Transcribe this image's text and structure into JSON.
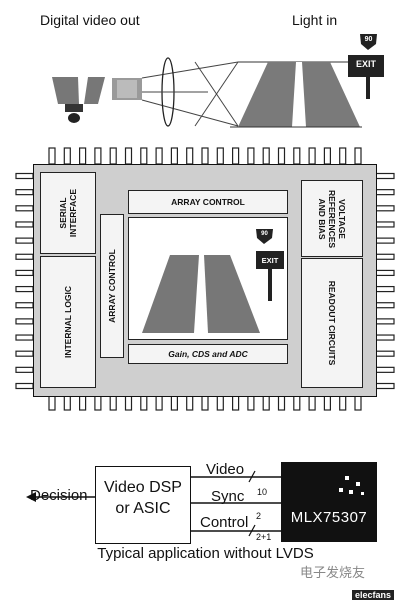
{
  "top": {
    "left_title": "Digital video out",
    "right_title": "Light in",
    "exit_sign": "EXIT",
    "shield_number": "90"
  },
  "chip": {
    "serial_interface": "SERIAL INTERFACE",
    "internal_logic": "INTERNAL LOGIC",
    "array_control_top": "ARRAY CONTROL",
    "array_control_side": "ARRAY CONTROL",
    "voltage_refs": "VOLTAGE REFERENCES AND BIAS",
    "readout": "READOUT CIRCUITS",
    "gain_cds_adc": "Gain, CDS and ADC",
    "exit_sign": "EXIT",
    "shield_number": "90"
  },
  "app": {
    "decision": "Decision",
    "dsp_line1": "Video DSP",
    "dsp_line2": "or ASIC",
    "video": "Video",
    "sync": "Sync",
    "control": "Control",
    "bus_10": "10",
    "bus_2": "2",
    "bus_2_1": "2+1",
    "chip_name": "MLX75307",
    "caption": "Typical application without LVDS"
  },
  "watermark": {
    "text": "电子发烧友",
    "sub": "elecfans"
  }
}
